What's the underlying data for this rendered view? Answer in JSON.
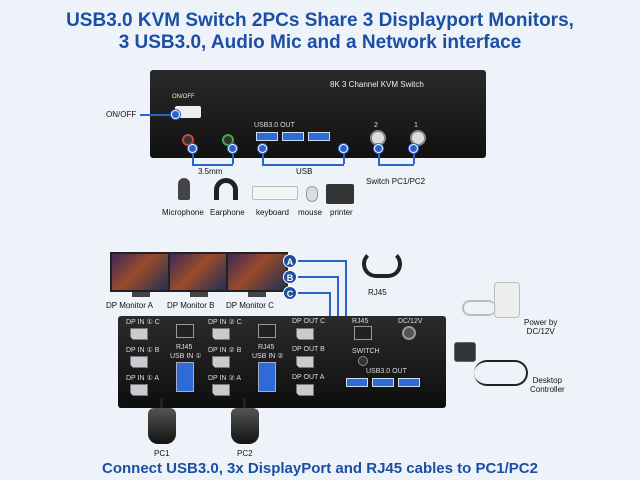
{
  "header": {
    "line1": "USB3.0 KVM Switch 2PCs Share 3 Displayport Monitors,",
    "line2": "3 USB3.0, Audio Mic and a Network interface"
  },
  "front": {
    "title": "8K 3 Channel KVM Switch",
    "onoff_panel": "ON/OFF",
    "onoff_label": "ON/OFF",
    "usb_out": "USB3.0 OUT",
    "btn2": "2",
    "btn1": "1",
    "audio_label": "3.5mm",
    "usb_label": "USB",
    "switch_label": "Switch PC1/PC2",
    "devices": [
      "Microphone",
      "Earphone",
      "keyboard",
      "mouse",
      "printer"
    ]
  },
  "monitors": [
    "DP Monitor A",
    "DP Monitor B",
    "DP Monitor C"
  ],
  "badges": [
    "A",
    "B",
    "C"
  ],
  "rear": {
    "dp1": [
      "DP IN ① C",
      "DP IN ① B",
      "DP IN ① A"
    ],
    "dp2": [
      "DP IN ② C",
      "DP IN ② B",
      "DP IN ② A"
    ],
    "dpout": [
      "DP OUT C",
      "DP OUT B",
      "DP OUT A"
    ],
    "rj45": "RJ45",
    "usb_in1": "USB IN ①",
    "usb_in2": "USB IN ②",
    "rj45_main": "RJ45",
    "dc": "DC/12V",
    "switch": "SWITCH",
    "usb_out": "USB3.0 OUT"
  },
  "side": {
    "rj45": "RJ45",
    "power": "Power by\nDC/12V",
    "controller": "Desktop\nController"
  },
  "pcs": [
    "PC1",
    "PC2"
  ],
  "footer": "Connect USB3.0, 3x DisplayPort and RJ45 cables to PC1/PC2",
  "colors": {
    "accent": "#2b63c9",
    "title": "#1b4ea5",
    "device": "#1a1a1a"
  }
}
